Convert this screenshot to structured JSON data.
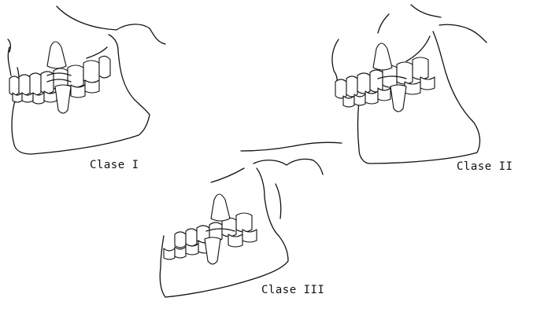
{
  "figure": {
    "captions": {
      "class_1": "Clase I",
      "class_2": "Clase II",
      "class_3": "Clase III"
    },
    "icons": {
      "class_1": "jaw-occlusion-class-1-illustration",
      "class_2": "jaw-occlusion-class-2-illustration",
      "class_3": "jaw-occlusion-class-3-illustration"
    },
    "colors": {
      "ink": "#111111",
      "paper": "#ffffff"
    }
  }
}
